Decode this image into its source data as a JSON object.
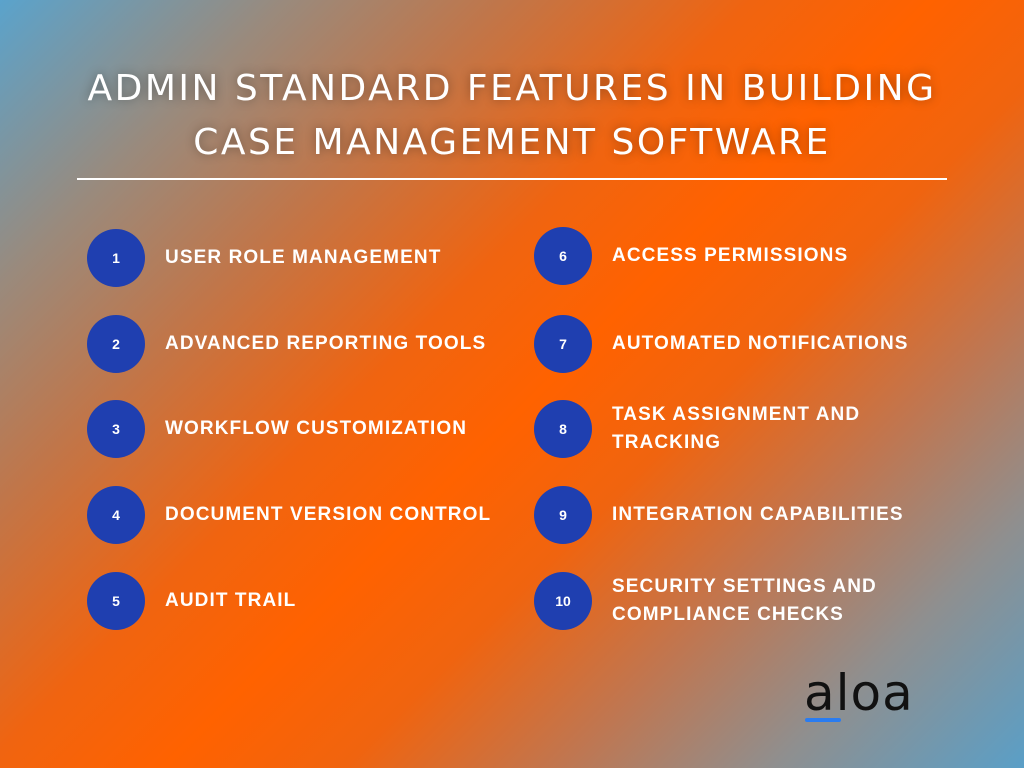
{
  "title": {
    "line1": "ADMIN STANDARD FEATURES IN BUILDING",
    "line2": "CASE MANAGEMENT SOFTWARE"
  },
  "features": [
    {
      "number": "1",
      "label": "USER ROLE MANAGEMENT"
    },
    {
      "number": "2",
      "label": "ADVANCED REPORTING TOOLS"
    },
    {
      "number": "3",
      "label": "WORKFLOW CUSTOMIZATION"
    },
    {
      "number": "4",
      "label": "DOCUMENT VERSION CONTROL"
    },
    {
      "number": "5",
      "label": "AUDIT TRAIL"
    },
    {
      "number": "6",
      "label": "ACCESS PERMISSIONS"
    },
    {
      "number": "7",
      "label": "AUTOMATED NOTIFICATIONS"
    },
    {
      "number": "8",
      "label": "TASK ASSIGNMENT AND TRACKING"
    },
    {
      "number": "9",
      "label": "INTEGRATION CAPABILITIES"
    },
    {
      "number": "10",
      "label": "SECURITY SETTINGS AND COMPLIANCE CHECKS"
    }
  ],
  "logo": {
    "text": "aloa",
    "accent_color": "#2a7cf0"
  },
  "colors": {
    "badge": "#1f3fb0",
    "accent_orange": "#ff6200",
    "accent_blue": "#5aa3cc"
  }
}
